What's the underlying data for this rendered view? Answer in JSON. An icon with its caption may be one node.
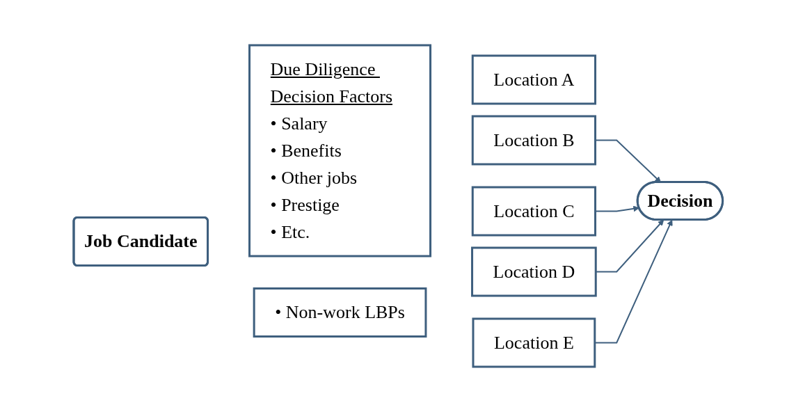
{
  "diagram": {
    "nodes": [
      {
        "text": [
          "Job Candidate"
        ]
      },
      {
        "text": [
          "Due Diligence Decision Factors",
          "• Salary",
          "• Benefits",
          "• Other jobs",
          "• Prestige",
          "• Etc."
        ]
      },
      {
        "text": [
          "• Non-work LBPs"
        ]
      },
      {
        "text": [
          "Location A"
        ]
      },
      {
        "text": [
          "Location B"
        ]
      },
      {
        "text": [
          "Location C"
        ]
      },
      {
        "text": [
          "Location D"
        ]
      },
      {
        "text": [
          "Location E"
        ]
      },
      {
        "text": [
          "Decision"
        ]
      }
    ],
    "edges": [
      {
        "from": 4,
        "to": 8,
        "arrow": "to"
      },
      {
        "from": 5,
        "to": 8,
        "arrow": "to"
      },
      {
        "from": 6,
        "to": 8,
        "arrow": "to"
      },
      {
        "from": 7,
        "to": 8,
        "arrow": "to"
      }
    ]
  }
}
